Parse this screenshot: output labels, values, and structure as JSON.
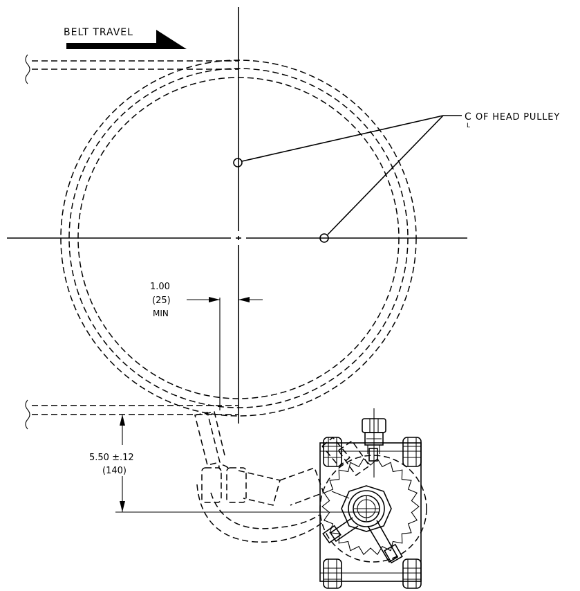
{
  "labels": {
    "belt_travel": "BELT TRAVEL",
    "cl_symbol": "C",
    "cl_subscript": "L",
    "head_pulley": "OF HEAD PULLEY",
    "dim1_value": "1.00",
    "dim1_metric": "(25)",
    "dim1_note": "MIN",
    "dim2_value": "5.50 ±.12",
    "dim2_metric": "(140)"
  }
}
